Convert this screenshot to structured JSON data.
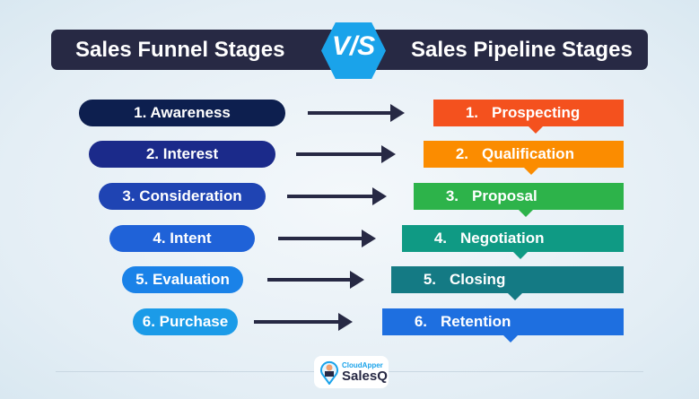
{
  "header": {
    "left_title": "Sales Funnel Stages",
    "vs": "V/S",
    "right_title": "Sales Pipeline Stages"
  },
  "funnel": [
    {
      "label": "1. Awareness",
      "color": "#0d1f4f"
    },
    {
      "label": "2. Interest",
      "color": "#1b2a8a"
    },
    {
      "label": "3. Consideration",
      "color": "#1f44b3"
    },
    {
      "label": "4. Intent",
      "color": "#1f62d8"
    },
    {
      "label": "5. Evaluation",
      "color": "#1a82e8"
    },
    {
      "label": "6. Purchase",
      "color": "#1b9be8"
    }
  ],
  "pipeline": [
    {
      "num": "1.",
      "label": "Prospecting",
      "color": "#f4511e"
    },
    {
      "num": "2.",
      "label": "Qualification",
      "color": "#fb8c00"
    },
    {
      "num": "3.",
      "label": "Proposal",
      "color": "#2db34a"
    },
    {
      "num": "4.",
      "label": "Negotiation",
      "color": "#0f9a84"
    },
    {
      "num": "5.",
      "label": "Closing",
      "color": "#147a84"
    },
    {
      "num": "6.",
      "label": "Retention",
      "color": "#1e6fe0"
    }
  ],
  "logo": {
    "brand": "CloudApper",
    "product": "SalesQ"
  }
}
